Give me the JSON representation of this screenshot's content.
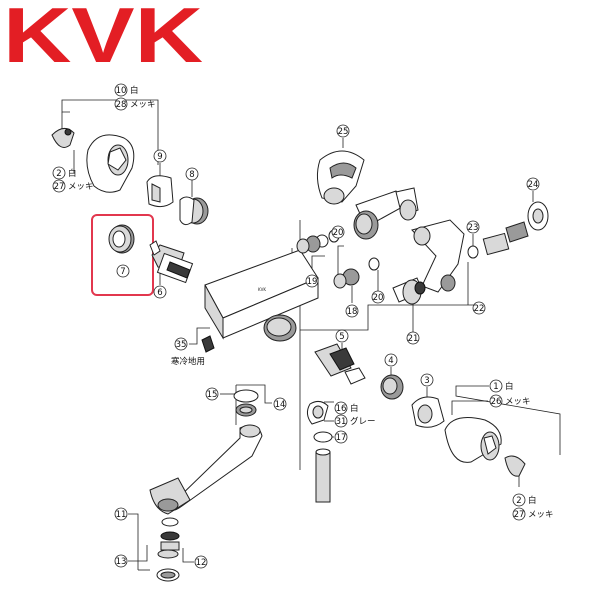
{
  "brand": {
    "logo_text": "KVK",
    "color": "#e31e24"
  },
  "callouts": [
    {
      "id": "c10",
      "num": "10",
      "label": "白"
    },
    {
      "id": "c28",
      "num": "28",
      "label": "メッキ"
    },
    {
      "id": "c2a",
      "num": "2",
      "label": "白"
    },
    {
      "id": "c27a",
      "num": "27",
      "label": "メッキ"
    },
    {
      "id": "c9",
      "num": "9",
      "label": ""
    },
    {
      "id": "c8",
      "num": "8",
      "label": ""
    },
    {
      "id": "c7",
      "num": "7",
      "label": ""
    },
    {
      "id": "c6",
      "num": "6",
      "label": ""
    },
    {
      "id": "c25",
      "num": "25",
      "label": ""
    },
    {
      "id": "c24",
      "num": "24",
      "label": ""
    },
    {
      "id": "c23",
      "num": "23",
      "label": ""
    },
    {
      "id": "c20a",
      "num": "20",
      "label": ""
    },
    {
      "id": "c19",
      "num": "19",
      "label": ""
    },
    {
      "id": "c20b",
      "num": "20",
      "label": ""
    },
    {
      "id": "c18",
      "num": "18",
      "label": ""
    },
    {
      "id": "c22",
      "num": "22",
      "label": ""
    },
    {
      "id": "c21",
      "num": "21",
      "label": ""
    },
    {
      "id": "c35",
      "num": "35",
      "label": "寒冷地用"
    },
    {
      "id": "c5",
      "num": "5",
      "label": ""
    },
    {
      "id": "c4",
      "num": "4",
      "label": ""
    },
    {
      "id": "c3",
      "num": "3",
      "label": ""
    },
    {
      "id": "c1",
      "num": "1",
      "label": "白"
    },
    {
      "id": "c26",
      "num": "26",
      "label": "メッキ"
    },
    {
      "id": "c15",
      "num": "15",
      "label": ""
    },
    {
      "id": "c14",
      "num": "14",
      "label": ""
    },
    {
      "id": "c16",
      "num": "16",
      "label": "白"
    },
    {
      "id": "c31",
      "num": "31",
      "label": "グレー"
    },
    {
      "id": "c17",
      "num": "17",
      "label": ""
    },
    {
      "id": "c11",
      "num": "11",
      "label": ""
    },
    {
      "id": "c13",
      "num": "13",
      "label": ""
    },
    {
      "id": "c12",
      "num": "12",
      "label": ""
    },
    {
      "id": "c2b",
      "num": "2",
      "label": "白"
    },
    {
      "id": "c27b",
      "num": "27",
      "label": "メッキ"
    }
  ]
}
